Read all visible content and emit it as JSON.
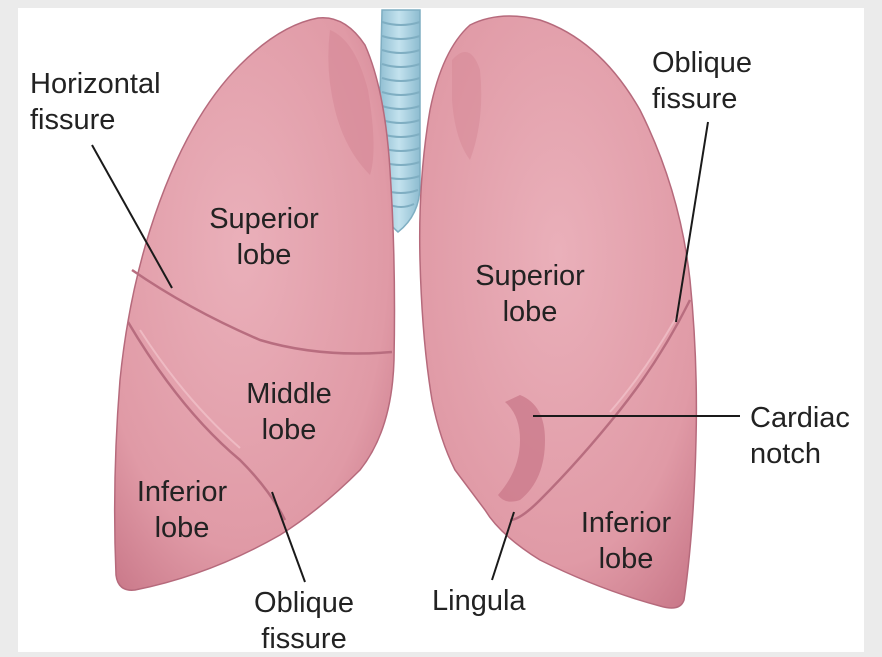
{
  "colors": {
    "background_frame": "#ebebeb",
    "lung_fill": "#e4a0ab",
    "lung_shadow": "#c77888",
    "trachea_fill": "#a9cfde",
    "trachea_ring": "#7faec2",
    "leader_line": "#1a1a1a",
    "label_text": "#222222"
  },
  "labels": {
    "horizontal_fissure": {
      "line1": "Horizontal",
      "line2": "fissure"
    },
    "right_superior_lobe": {
      "line1": "Superior",
      "line2": "lobe"
    },
    "right_middle_lobe": {
      "line1": "Middle",
      "line2": "lobe"
    },
    "right_inferior_lobe": {
      "line1": "Inferior",
      "line2": "lobe"
    },
    "right_oblique_fissure": {
      "line1": "Oblique",
      "line2": "fissure"
    },
    "left_superior_lobe": {
      "line1": "Superior",
      "line2": "lobe"
    },
    "left_inferior_lobe": {
      "line1": "Inferior",
      "line2": "lobe"
    },
    "left_oblique_fissure": {
      "line1": "Oblique",
      "line2": "fissure"
    },
    "cardiac_notch": {
      "line1": "Cardiac",
      "line2": "notch"
    },
    "lingula": {
      "line1": "Lingula"
    }
  }
}
